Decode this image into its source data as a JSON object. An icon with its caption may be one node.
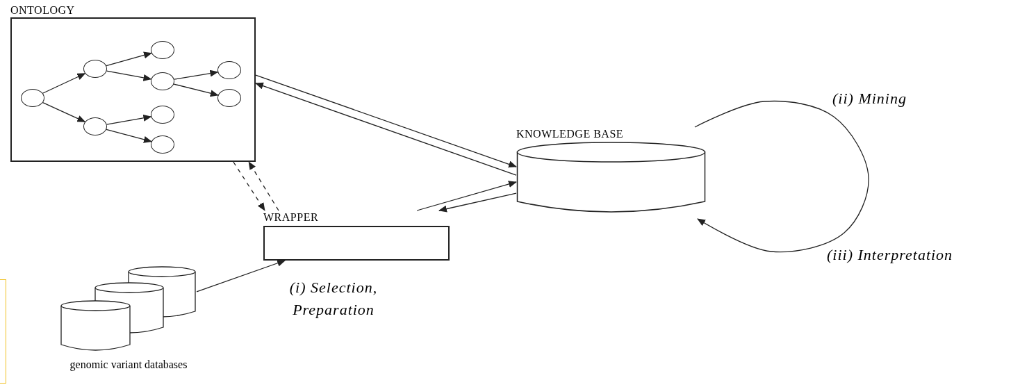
{
  "diagram": {
    "nodes": [
      {
        "text": [
          "ONTOLOGY"
        ]
      },
      {
        "text": [],
        "shape": "circle",
        "in": 0
      },
      {
        "text": [],
        "shape": "circle",
        "in": 0
      },
      {
        "text": [],
        "shape": "circle",
        "in": 0
      },
      {
        "text": [],
        "shape": "circle",
        "in": 0
      },
      {
        "text": [],
        "shape": "circle",
        "in": 0
      },
      {
        "text": [],
        "shape": "circle",
        "in": 0
      },
      {
        "text": [],
        "shape": "circle",
        "in": 0
      },
      {
        "text": [],
        "shape": "circle",
        "in": 0
      },
      {
        "text": [],
        "shape": "circle",
        "in": 0
      },
      {
        "text": [
          "KNOWLEDGE BASE"
        ]
      },
      {
        "text": [
          "WRAPPER"
        ]
      },
      {
        "text": [],
        "shape": "cylinder",
        "beside": [
          "genomic variant databases"
        ]
      }
    ],
    "edges": [
      {
        "from": 1,
        "to": 2,
        "arrow": "to"
      },
      {
        "from": 1,
        "to": 3,
        "arrow": "to"
      },
      {
        "from": 2,
        "to": 4,
        "arrow": "to"
      },
      {
        "from": 2,
        "to": 5,
        "arrow": "to"
      },
      {
        "from": 3,
        "to": 6,
        "arrow": "to"
      },
      {
        "from": 3,
        "to": 7,
        "arrow": "to"
      },
      {
        "from": 5,
        "to": 8,
        "arrow": "to"
      },
      {
        "from": 5,
        "to": 9,
        "arrow": "to"
      },
      {
        "from": 0,
        "to": 10,
        "arrow": "to"
      },
      {
        "from": 10,
        "to": 0,
        "arrow": "to"
      },
      {
        "from": 0,
        "to": 11,
        "arrow": "to",
        "style": "dashed"
      },
      {
        "from": 11,
        "to": 0,
        "arrow": "to",
        "style": "dashed"
      },
      {
        "from": 11,
        "to": 10,
        "arrow": "to"
      },
      {
        "from": 10,
        "to": 11,
        "arrow": "to"
      },
      {
        "from": 12,
        "to": 11,
        "arrow": "to"
      },
      {
        "from": 10,
        "to": 10,
        "arrow": "to"
      }
    ],
    "labels": [
      "(ii) Mining",
      "(iii) Interpretation",
      "(i) Selection, Preparation"
    ]
  }
}
